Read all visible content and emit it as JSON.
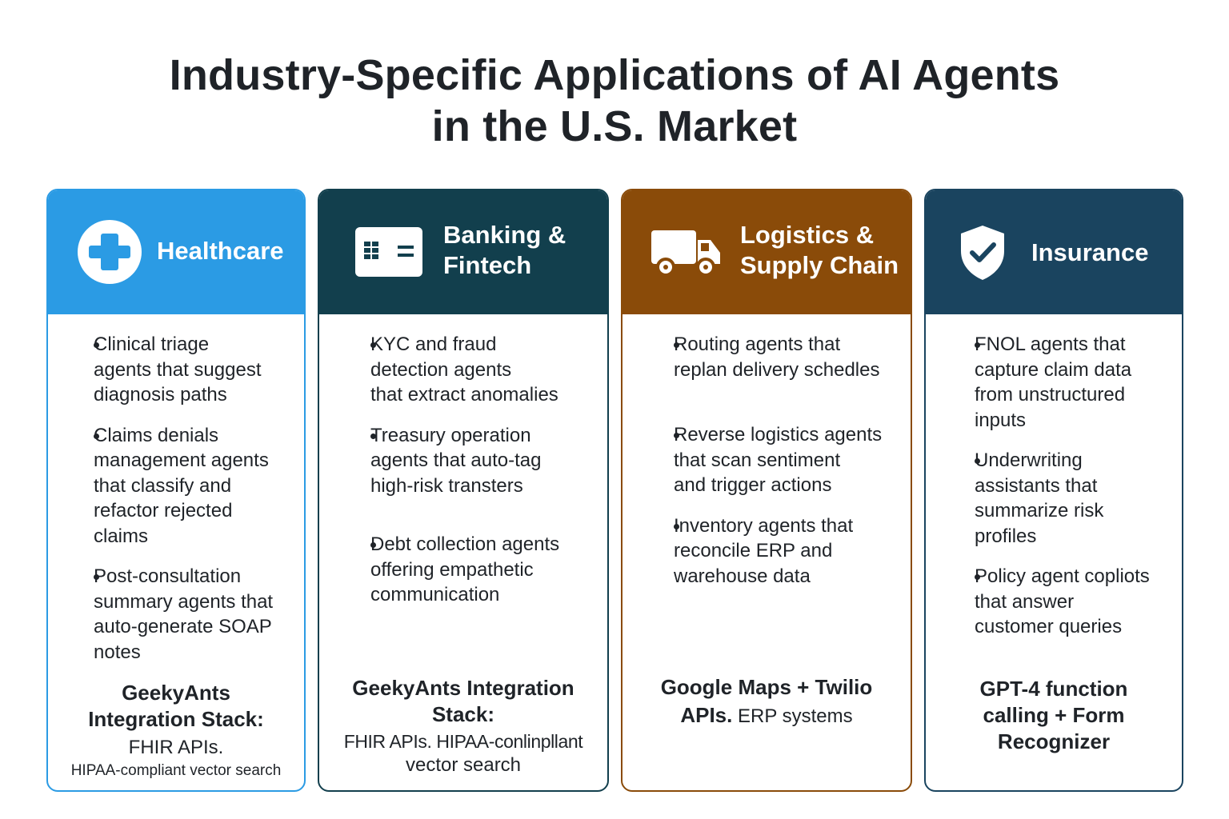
{
  "title": {
    "line1": "Industry-Specific Applications of AI Agents",
    "line2": "in the U.S. Market"
  },
  "colors": {
    "healthcare": "#2b9be4",
    "banking": "#123f4d",
    "logistics": "#8a4b09",
    "insurance": "#1a445f"
  },
  "cards": {
    "healthcare": {
      "icon": "medical-cross-icon",
      "title": [
        "Healthcare"
      ],
      "bullets": [
        [
          "Clinical triage",
          "agents that suggest",
          "diagnosis paths"
        ],
        [
          "Claims denials",
          "management agents",
          "that classify and",
          "refactor rejected",
          "claims"
        ],
        [
          "Post-consultation",
          "summary agents that",
          "auto-generate SOAP",
          "notes"
        ]
      ],
      "footer": {
        "bold1": "GeekyAnts",
        "bold2": "Integration Stack:",
        "reg": "FHIR APIs.",
        "small": "HIPAA-compliant vector search"
      }
    },
    "banking": {
      "icon": "card-icon",
      "title": [
        "Banking &",
        "Fintech"
      ],
      "bullets": [
        [
          "KYC and fraud",
          "detection agents",
          "that extract anomalies"
        ],
        [
          "Treasury operation",
          "agents that auto-tag",
          "high-risk transters"
        ],
        [
          "Debt collection agents",
          "offering empathetic",
          "communication"
        ]
      ],
      "footer": {
        "bold1": "GeekyAnts Integration",
        "bold2": "Stack:",
        "reg1": "FHIR APIs. HIPAA-conlinpllant",
        "reg2": "vector search"
      }
    },
    "logistics": {
      "icon": "truck-icon",
      "title": [
        "Logistics &",
        "Supply Chain"
      ],
      "bullets": [
        [
          "Routing agents that",
          "replan delivery schedles"
        ],
        [
          "Reverse logistics agents",
          "that scan sentiment",
          "and trigger actions"
        ],
        [
          "Inventory agents that",
          "reconcile ERP and",
          "warehouse data"
        ]
      ],
      "footer": {
        "bold1": "Google Maps + Twilio",
        "bold2": "APIs.",
        "reg": "ERP systems"
      }
    },
    "insurance": {
      "icon": "shield-check-icon",
      "title": [
        "Insurance"
      ],
      "bullets": [
        [
          "FNOL agents that",
          "capture claim data",
          "from unstructured",
          "inputs"
        ],
        [
          "Underwriting",
          "assistants that",
          "summarize risk",
          "profiles"
        ],
        [
          "Policy agent copliots",
          "that answer",
          "customer queries"
        ]
      ],
      "footer": {
        "bold1": "GPT-4 function",
        "bold2": "calling + Form",
        "bold3": "Recognizer"
      }
    }
  }
}
